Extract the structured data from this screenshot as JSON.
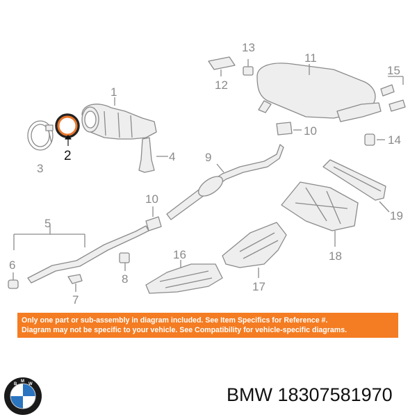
{
  "callouts": [
    {
      "id": "1",
      "highlight": false
    },
    {
      "id": "2",
      "highlight": true
    },
    {
      "id": "3",
      "highlight": false
    },
    {
      "id": "4",
      "highlight": false
    },
    {
      "id": "5",
      "highlight": false
    },
    {
      "id": "6",
      "highlight": false
    },
    {
      "id": "7",
      "highlight": false
    },
    {
      "id": "8",
      "highlight": false
    },
    {
      "id": "9",
      "highlight": false
    },
    {
      "id": "10a",
      "label": "10",
      "highlight": false
    },
    {
      "id": "10b",
      "label": "10",
      "highlight": false
    },
    {
      "id": "11",
      "highlight": false
    },
    {
      "id": "12",
      "highlight": false
    },
    {
      "id": "13",
      "highlight": false
    },
    {
      "id": "14",
      "highlight": false
    },
    {
      "id": "15",
      "highlight": false
    },
    {
      "id": "16",
      "highlight": false
    },
    {
      "id": "17",
      "highlight": false
    },
    {
      "id": "18",
      "highlight": false
    },
    {
      "id": "19",
      "highlight": false
    }
  ],
  "labels": {
    "c1": "1",
    "c2": "2",
    "c3": "3",
    "c4": "4",
    "c5": "5",
    "c6": "6",
    "c7": "7",
    "c8": "8",
    "c9": "9",
    "c10a": "10",
    "c10b": "10",
    "c11": "11",
    "c12": "12",
    "c13": "13",
    "c14": "14",
    "c15": "15",
    "c16": "16",
    "c17": "17",
    "c18": "18",
    "c19": "19"
  },
  "banner": {
    "line1": "Only one part or sub-assembly in diagram included. See Item Specifics for Reference #.",
    "line2": "Diagram may not be specific to your vehicle. See Compatibility for vehicle-specific diagrams."
  },
  "brand": {
    "name": "BMW",
    "part_number": "18307581970",
    "caption": "BMW 18307581970",
    "logo_icon": "bmw-roundel-icon"
  },
  "colors": {
    "banner_bg": "#f47c22",
    "banner_text": "#ffffff",
    "highlight_part": "#e8762c",
    "line_art": "#8a8a8a",
    "part_fill": "#eeeeee",
    "logo_blue": "#2a74c0"
  }
}
